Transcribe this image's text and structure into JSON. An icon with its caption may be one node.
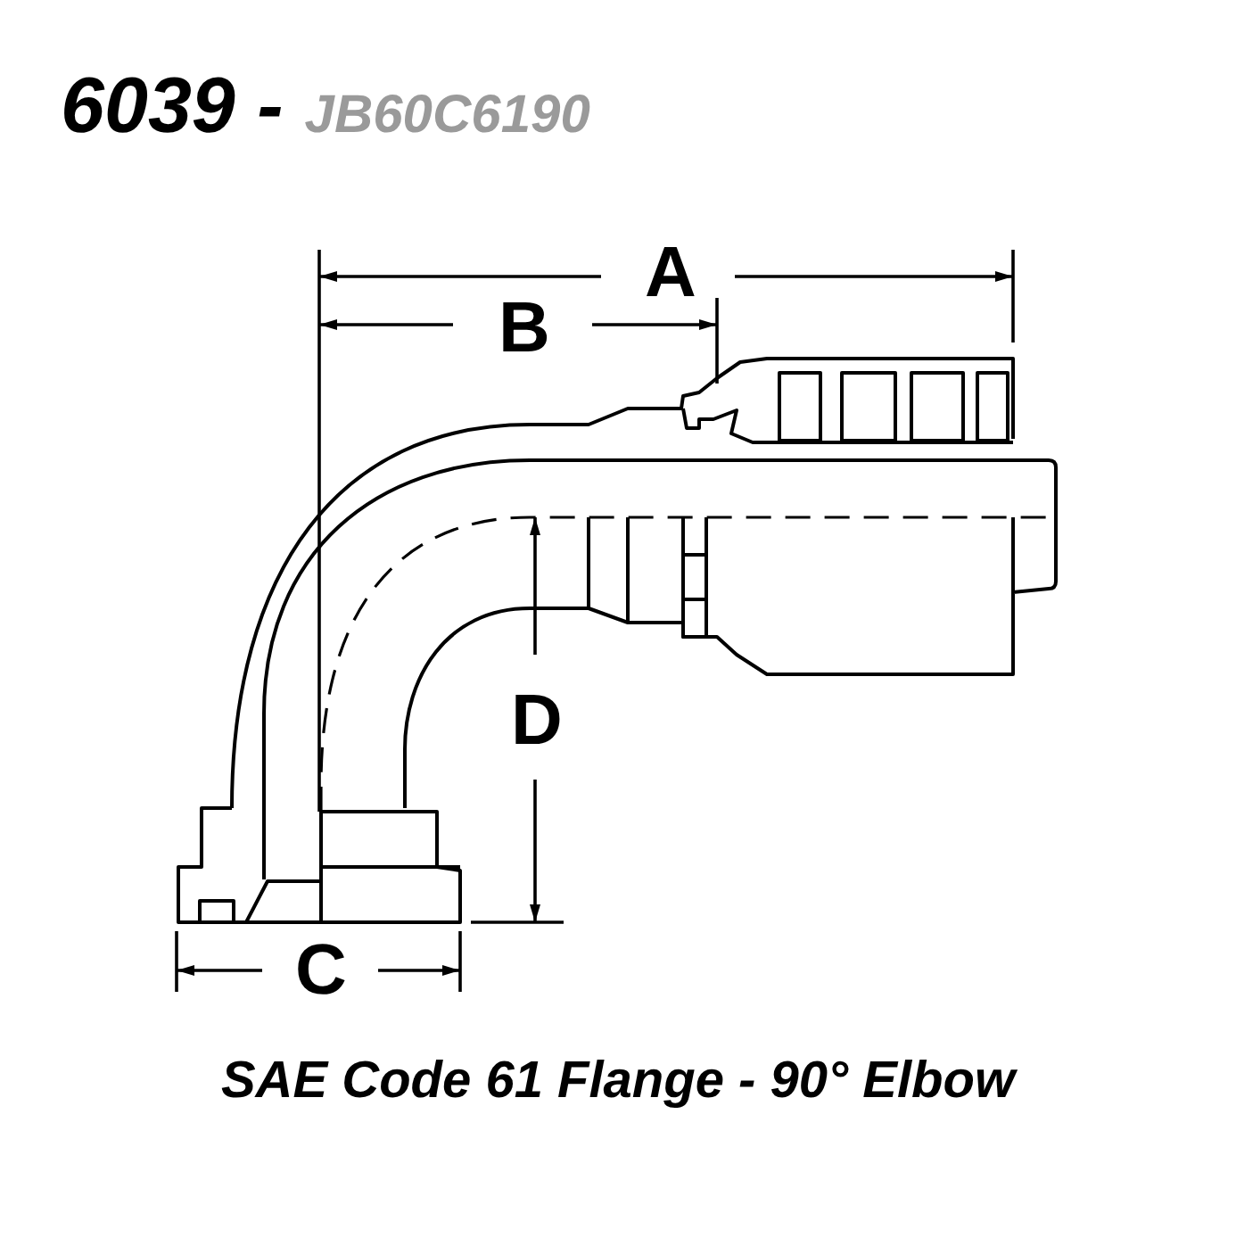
{
  "diagram": {
    "title": "6039 -",
    "caption": "SAE Code 61 Flange - 90° Elbow",
    "labels": [
      "JB60C6190",
      "A",
      "B",
      "D",
      "C"
    ]
  }
}
